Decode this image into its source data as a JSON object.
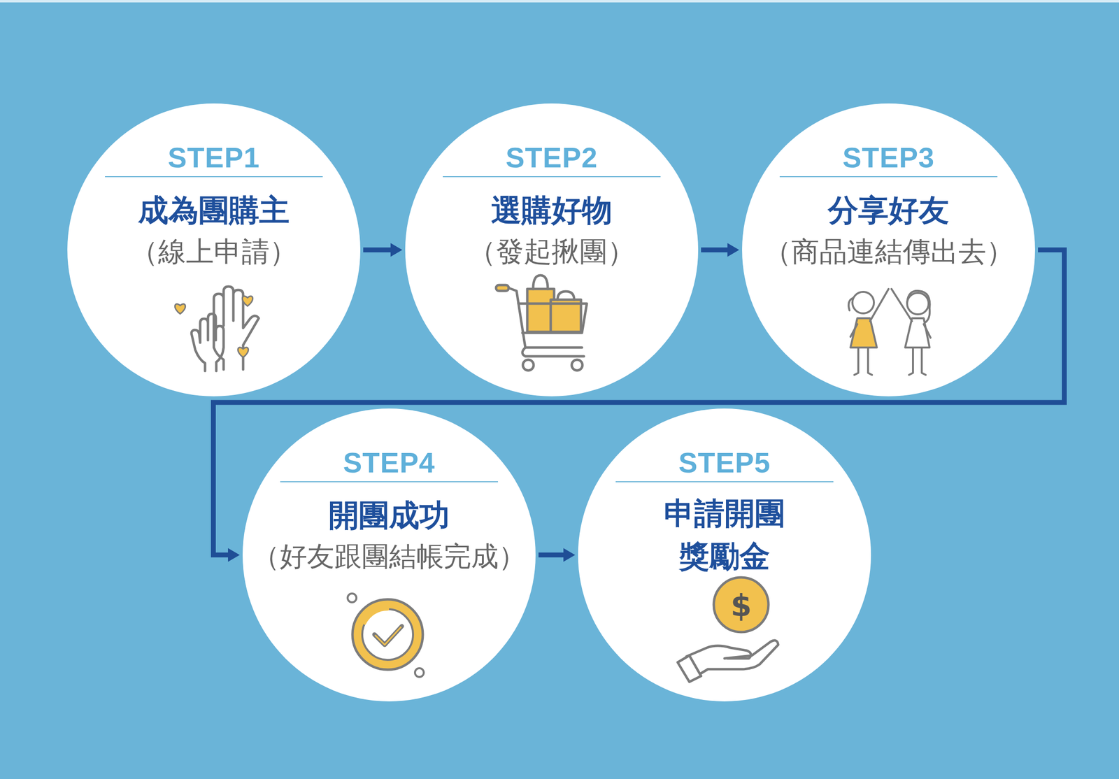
{
  "diagram": {
    "nodes": [
      {
        "text": [
          "STEP1",
          "成為團購主",
          "（線上申請）"
        ]
      },
      {
        "text": [
          "STEP2",
          "選購好物",
          "（發起揪團）"
        ]
      },
      {
        "text": [
          "STEP3",
          "分享好友",
          "（商品連結傳出去）"
        ]
      },
      {
        "text": [
          "STEP4",
          "開團成功",
          "（好友跟團結帳完成）"
        ]
      },
      {
        "text": [
          "STEP5",
          "申請開團 獎勵金"
        ]
      }
    ],
    "edges": [
      {
        "from": 0,
        "to": 1,
        "arrow": "to"
      },
      {
        "from": 1,
        "to": 2,
        "arrow": "to"
      },
      {
        "from": 2,
        "to": 3,
        "arrow": "to"
      },
      {
        "from": 3,
        "to": 4,
        "arrow": "to"
      }
    ],
    "labels": [
      "$"
    ]
  }
}
